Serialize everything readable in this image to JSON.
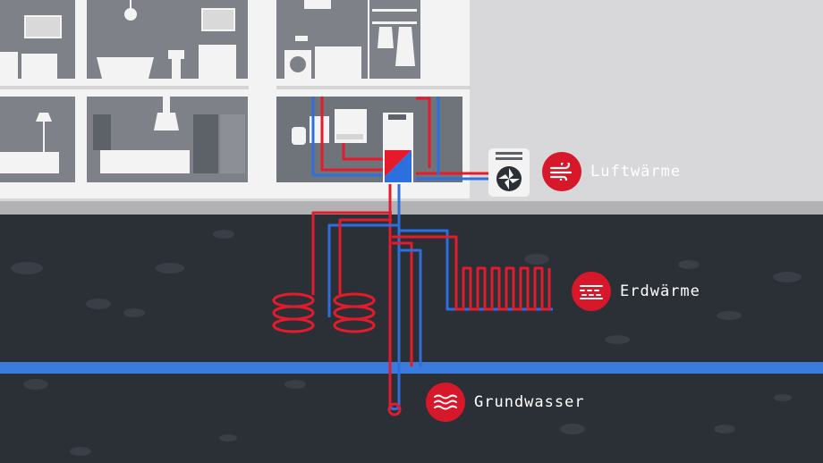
{
  "labels": {
    "air": "Luftwärme",
    "ground": "Erdwärme",
    "groundwater": "Grundwasser"
  },
  "icons": {
    "air": "wind-icon",
    "ground": "ground-layers-icon",
    "groundwater": "water-waves-icon"
  },
  "colors": {
    "sky": "#d6d6d8",
    "ground_line": "#b3b3b5",
    "soil": "#2b2f36",
    "room_wall": "#7d8087",
    "room_dark": "#6c7078",
    "pipe_red": "#e41b2c",
    "pipe_blue": "#2e6fe0",
    "water_table": "#3b7bdb",
    "accent": "#d7182a"
  }
}
